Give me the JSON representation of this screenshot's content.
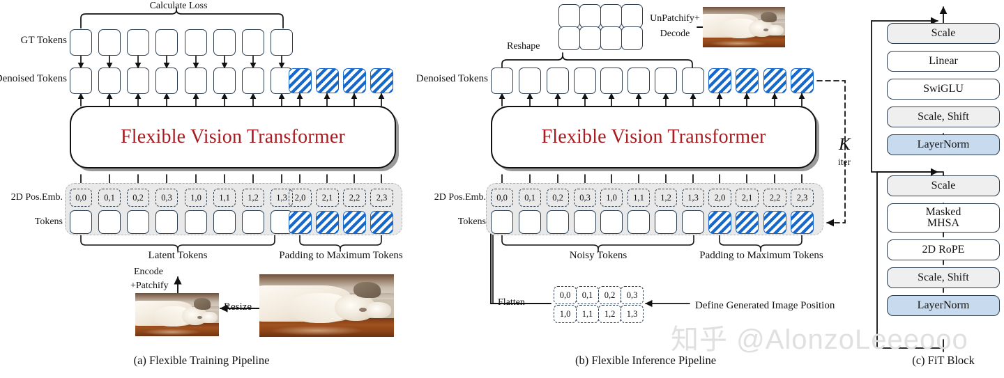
{
  "figure": {
    "captions": [
      {
        "id": "a",
        "text": "(a) Flexible Training Pipeline"
      },
      {
        "id": "b",
        "text": "(b) Flexible Inference Pipeline"
      },
      {
        "id": "c",
        "text": "(c) FiT Block"
      }
    ],
    "watermark": "知乎 @AlonzoLeeeooo"
  },
  "panel_a": {
    "title": "(a) Flexible Training Pipeline",
    "calculate_loss_label": "Calculate Loss",
    "gt_tokens_label": "GT Tokens",
    "denoised_tokens_label": "Denoised Tokens",
    "transformer_label": "Flexible Vision Transformer",
    "pos_emb_label": "2D Pos.Emb.",
    "tokens_label": "Tokens",
    "latent_tokens_label": "Latent Tokens",
    "padding_label": "Padding to Maximum Tokens",
    "encode_label_line1": "Encode",
    "encode_label_line2": "+Patchify",
    "resize_label": "Resize",
    "gt_token_count": 8,
    "denoised_token_count": 8,
    "padding_token_count": 4,
    "pos_emb_values": [
      "0,0",
      "0,1",
      "0,2",
      "0,3",
      "1,0",
      "1,1",
      "1,2",
      "1,3",
      "2,0",
      "2,1",
      "2,2",
      "2,3"
    ],
    "pos_emb_padding_start_index": 8
  },
  "panel_b": {
    "title": "(b) Flexible Inference Pipeline",
    "reshape_label": "Reshape",
    "unpatchify_label_line1": "UnPatchify+",
    "unpatchify_label_line2": "Decode",
    "denoised_tokens_label": "Denoised Tokens",
    "transformer_label": "Flexible Vision Transformer",
    "pos_emb_label": "2D Pos.Emb.",
    "tokens_label": "Tokens",
    "noisy_tokens_label": "Noisy Tokens",
    "padding_label": "Padding to Maximum Tokens",
    "iter_symbol": "K",
    "iter_label": "iter",
    "flatten_label": "Flatten",
    "define_position_label": "Define Generated Image Position",
    "denoised_token_count": 8,
    "padding_token_count": 4,
    "pos_emb_values": [
      "0,0",
      "0,1",
      "0,2",
      "0,3",
      "1,0",
      "1,1",
      "1,2",
      "1,3",
      "2,0",
      "2,1",
      "2,2",
      "2,3"
    ],
    "pos_emb_padding_start_index": 8,
    "reshape_grid": {
      "rows": 2,
      "cols": 4
    },
    "position_grid": [
      [
        "0,0",
        "0,1",
        "0,2",
        "0,3"
      ],
      [
        "1,0",
        "1,1",
        "1,2",
        "1,3"
      ]
    ]
  },
  "panel_c": {
    "title": "(c) FiT Block",
    "blocks_top": [
      {
        "label": "Scale",
        "style": "gray",
        "lines": 1
      },
      {
        "label": "Linear",
        "style": "white",
        "lines": 1
      },
      {
        "label": "SwiGLU",
        "style": "white",
        "lines": 1
      },
      {
        "label": "Scale, Shift",
        "style": "gray",
        "lines": 1
      },
      {
        "label": "LayerNorm",
        "style": "blue",
        "lines": 1
      }
    ],
    "blocks_bottom": [
      {
        "label": "Scale",
        "style": "gray",
        "lines": 1
      },
      {
        "label": "Masked\nMHSA",
        "style": "white",
        "lines": 2
      },
      {
        "label": "2D RoPE",
        "style": "white",
        "lines": 1
      },
      {
        "label": "Scale, Shift",
        "style": "gray",
        "lines": 1
      },
      {
        "label": "LayerNorm",
        "style": "blue",
        "lines": 1
      }
    ]
  },
  "colors": {
    "accent_red": "#a51d20",
    "token_border": "#2c3e50",
    "hatch_blue": "#1668cc",
    "layernorm_blue": "#c7daee",
    "scale_gray": "#efefef",
    "group_shade": "#e9e9e9",
    "watermark": "#e0e0e0"
  }
}
